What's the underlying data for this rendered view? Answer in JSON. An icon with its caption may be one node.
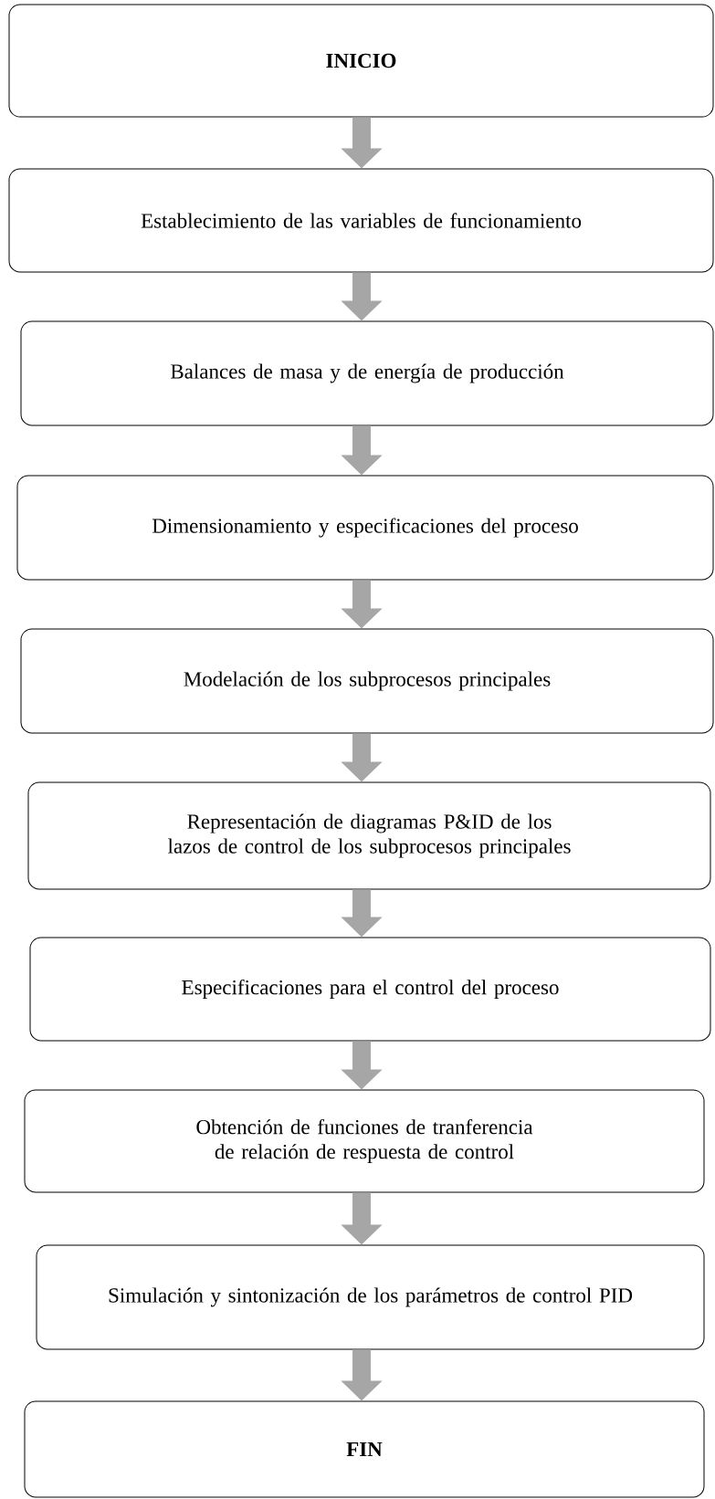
{
  "diagram": {
    "nodes": [
      {
        "text": [
          "INICIO"
        ]
      },
      {
        "text": [
          "Establecimiento de las variables de funcionamiento"
        ]
      },
      {
        "text": [
          "Balances de masa y de energía de producción"
        ]
      },
      {
        "text": [
          "Dimensionamiento y especificaciones del proceso"
        ]
      },
      {
        "text": [
          "Modelación de los subprocesos principales"
        ]
      },
      {
        "text": [
          "Representación de diagramas P&ID de los lazos de control de los subprocesos principales"
        ]
      },
      {
        "text": [
          "Especificaciones para el control del proceso"
        ]
      },
      {
        "text": [
          "Obtención de funciones de tranferencia de relación de respuesta de control"
        ]
      },
      {
        "text": [
          "Simulación y sintonización de los parámetros de control PID"
        ]
      },
      {
        "text": [
          "FIN"
        ]
      }
    ],
    "edges": [
      {
        "from": 0,
        "to": 1,
        "arrow": "to"
      },
      {
        "from": 1,
        "to": 2,
        "arrow": "to"
      },
      {
        "from": 2,
        "to": 3,
        "arrow": "to"
      },
      {
        "from": 3,
        "to": 4,
        "arrow": "to"
      },
      {
        "from": 4,
        "to": 5,
        "arrow": "to"
      },
      {
        "from": 5,
        "to": 6,
        "arrow": "to"
      },
      {
        "from": 6,
        "to": 7,
        "arrow": "to"
      },
      {
        "from": 7,
        "to": 8,
        "arrow": "to"
      },
      {
        "from": 8,
        "to": 9,
        "arrow": "to"
      }
    ]
  }
}
